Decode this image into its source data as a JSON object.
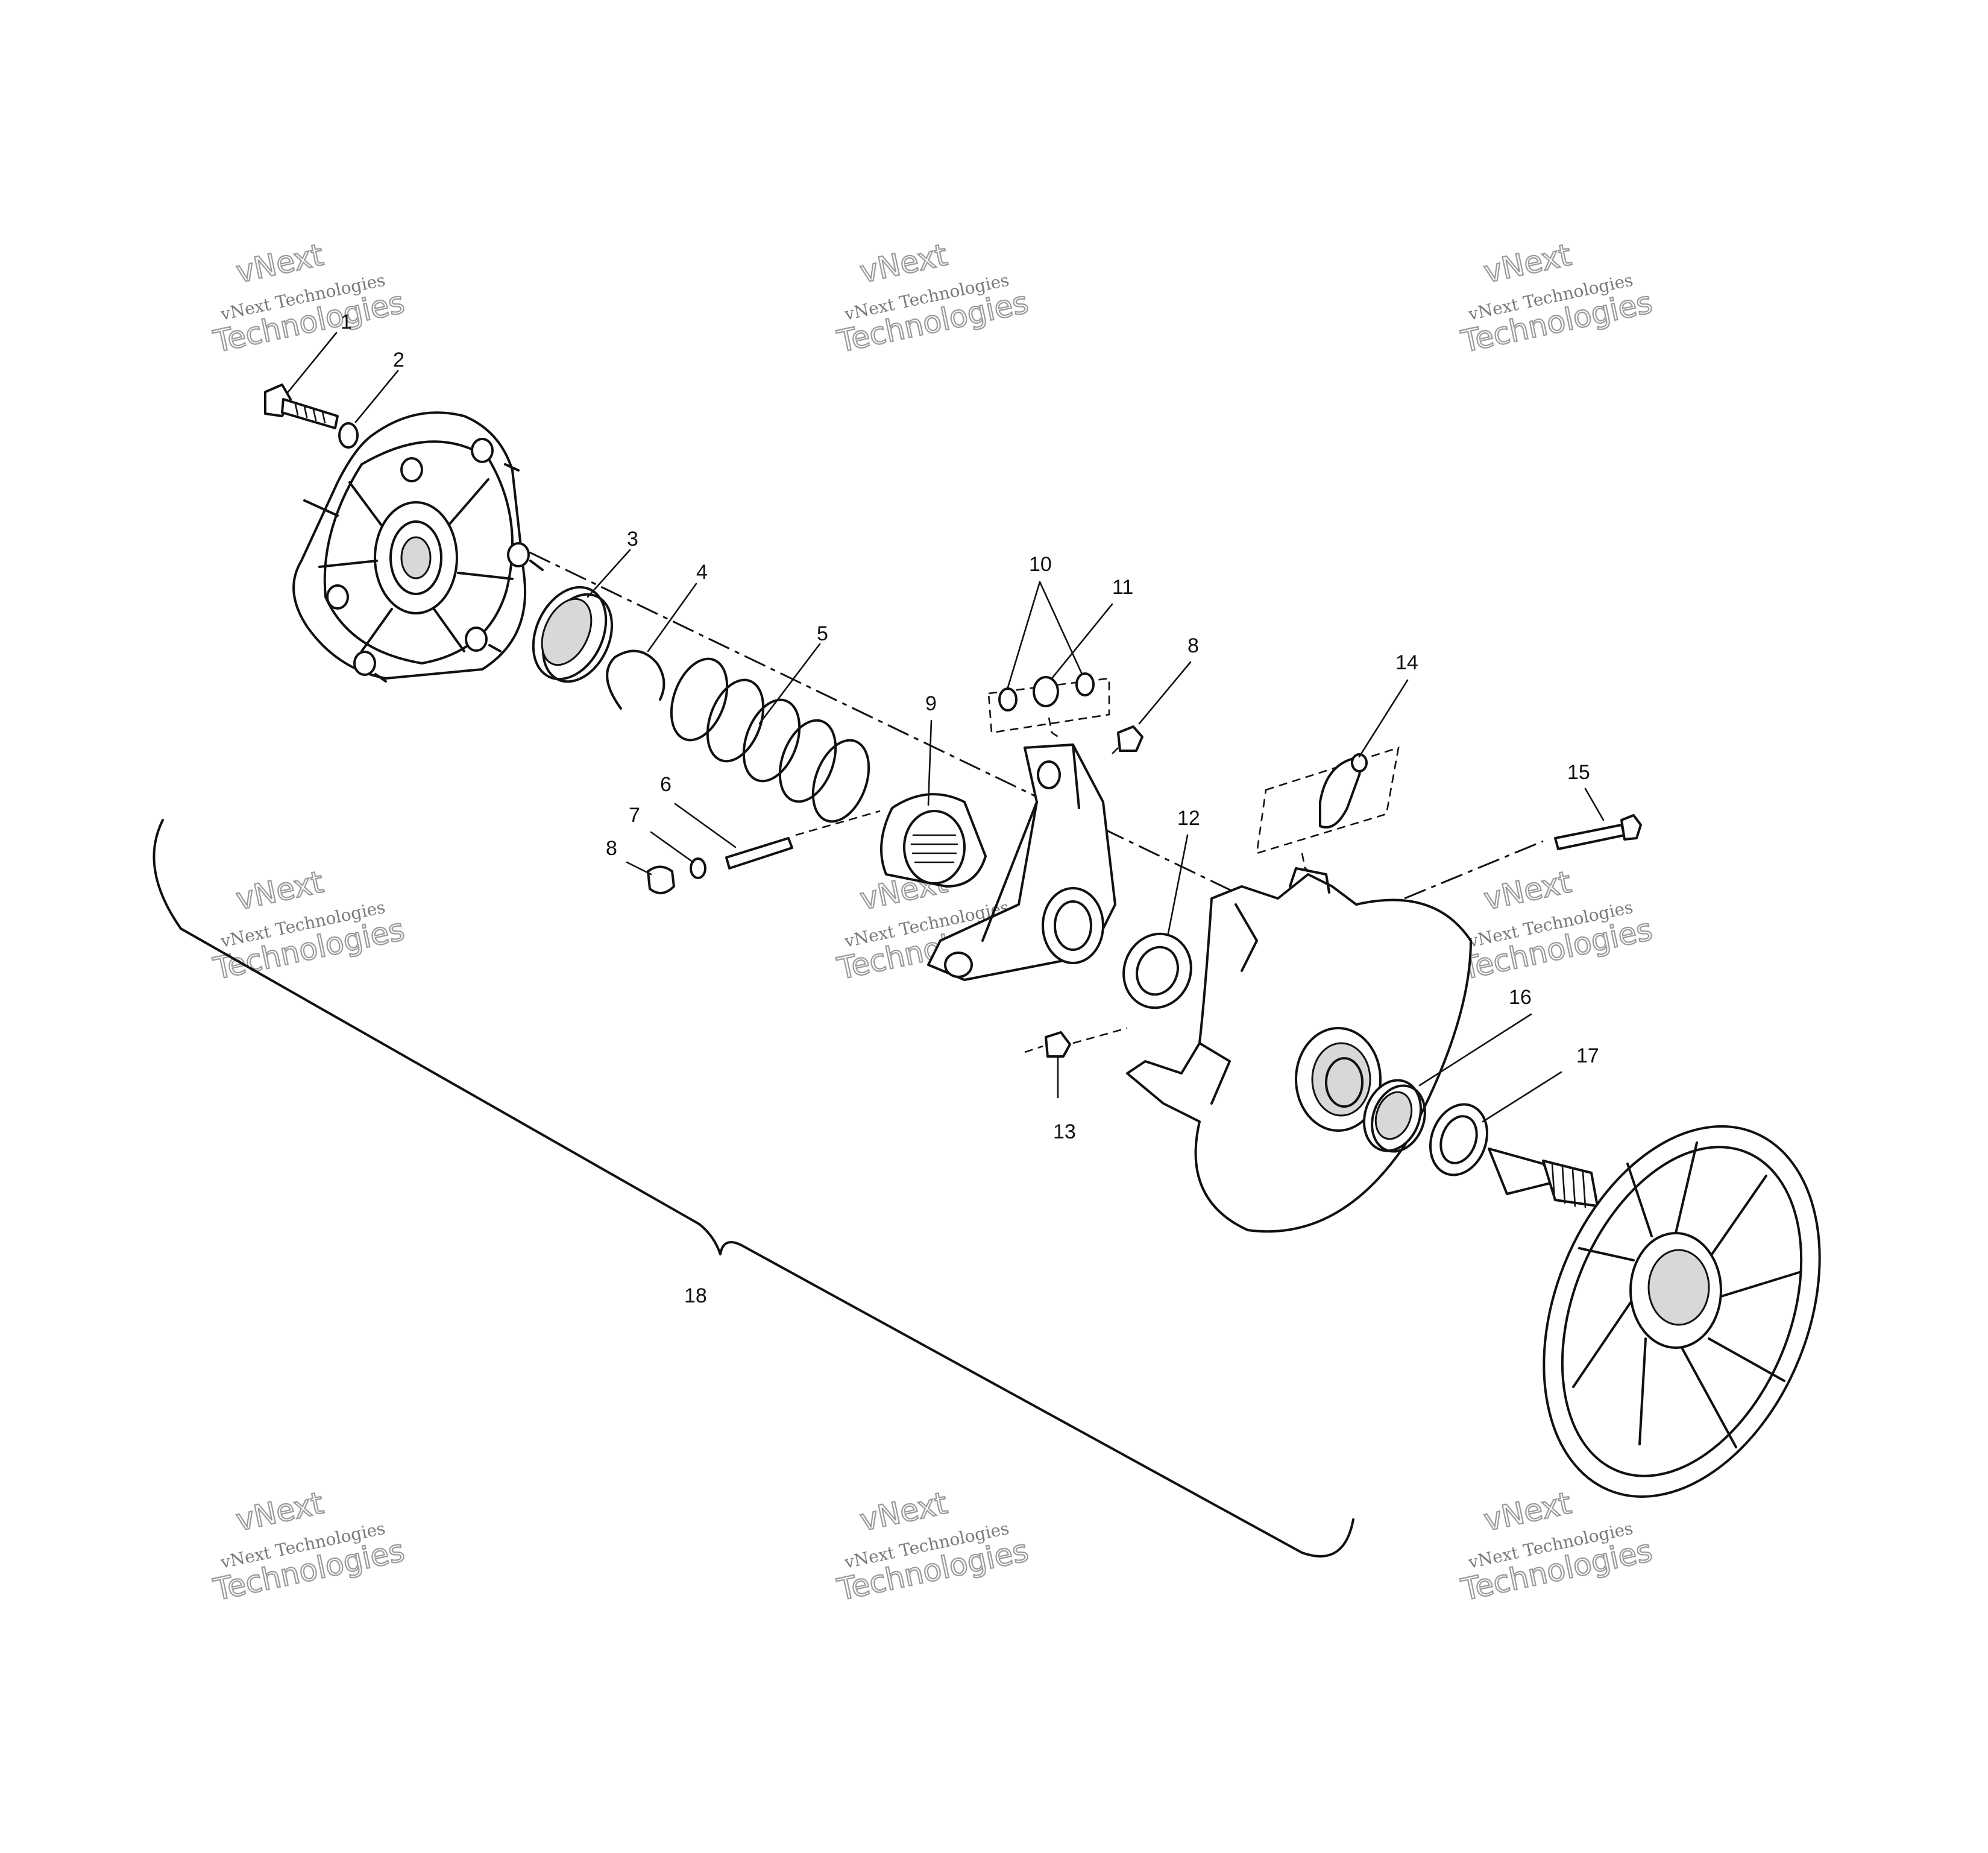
{
  "callouts": [
    {
      "id": "c1",
      "text": "1"
    },
    {
      "id": "c2",
      "text": "2"
    },
    {
      "id": "c3",
      "text": "3"
    },
    {
      "id": "c4",
      "text": "4"
    },
    {
      "id": "c5",
      "text": "5"
    },
    {
      "id": "c6",
      "text": "6"
    },
    {
      "id": "c7",
      "text": "7"
    },
    {
      "id": "c8a",
      "text": "8"
    },
    {
      "id": "c8b",
      "text": "8"
    },
    {
      "id": "c9",
      "text": "9"
    },
    {
      "id": "c10",
      "text": "10"
    },
    {
      "id": "c11",
      "text": "11"
    },
    {
      "id": "c12",
      "text": "12"
    },
    {
      "id": "c13",
      "text": "13"
    },
    {
      "id": "c14",
      "text": "14"
    },
    {
      "id": "c15",
      "text": "15"
    },
    {
      "id": "c16",
      "text": "16"
    },
    {
      "id": "c17",
      "text": "17"
    },
    {
      "id": "c18",
      "text": "18"
    }
  ],
  "watermark": {
    "line1": "vNext Technologies",
    "line2": "vNext",
    "line3": "Technologies"
  }
}
